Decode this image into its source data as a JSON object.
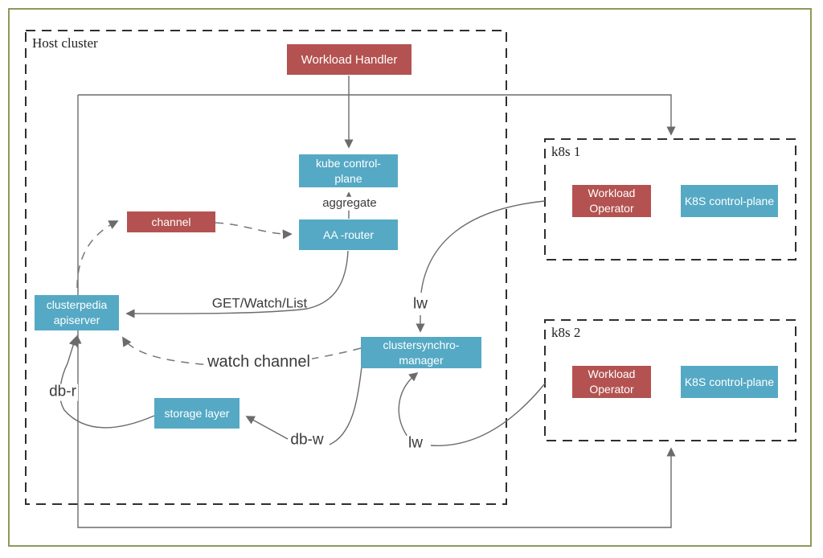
{
  "diagram": {
    "host_cluster_title": "Host cluster",
    "nodes": {
      "workload_handler": "Workload Handler",
      "kube_control_plane": "kube control-plane",
      "channel": "channel",
      "aa_router": "AA -router",
      "clusterpedia_apiserver": "clusterpedia apiserver",
      "clustersynchro_manager": "clustersynchro-manager",
      "storage_layer": "storage layer"
    },
    "clusters": [
      {
        "title": "k8s 1",
        "workload_operator": "Workload Operator",
        "k8s_control_plane": "K8S control-plane"
      },
      {
        "title": "k8s 2",
        "workload_operator": "Workload Operator",
        "k8s_control_plane": "K8S control-plane"
      }
    ],
    "edge_labels": {
      "aggregate": "aggregate",
      "get_watch_list": "GET/Watch/List",
      "watch_channel": "watch channel",
      "db_r": "db-r",
      "db_w": "db-w",
      "lw_top": "lw",
      "lw_bottom": "lw"
    },
    "colors": {
      "node_red": "#b35250",
      "node_blue": "#55a9c4",
      "frame_olive": "#8b9a5a",
      "wire_gray": "#6b6b6b",
      "dashed_box": "#2f2f2f"
    }
  }
}
